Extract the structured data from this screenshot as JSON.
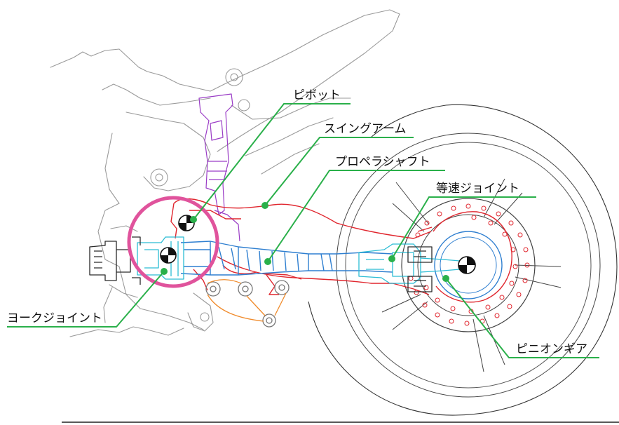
{
  "labels": {
    "pivot": "ピボット",
    "swingarm": "スイングアーム",
    "propeller_shaft": "プロペラシャフト",
    "cv_joint": "等速ジョイント",
    "yoke_joint": "ヨークジョイント",
    "pinion_gear": "ピニオンギア"
  },
  "colors": {
    "leader": "#2ab04a",
    "highlight_circle": "#e0539c",
    "swingarm": "#e0262e",
    "shaft": "#2f7fd0",
    "joint": "#2bbcd4",
    "shock": "#9a3cc6",
    "linkage": "#f08a2a"
  }
}
